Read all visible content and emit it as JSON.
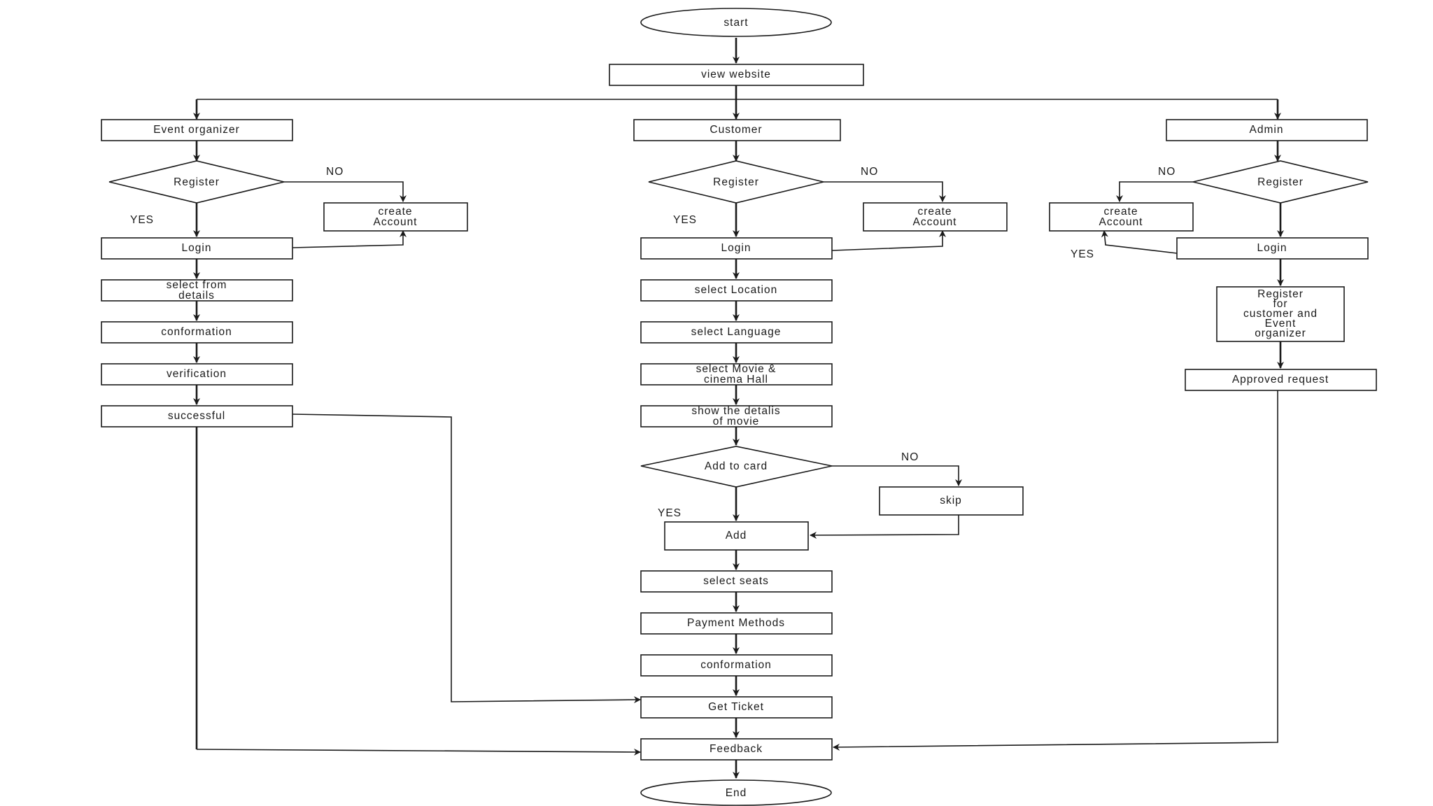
{
  "nodes": {
    "start": "start",
    "view_website": "view website",
    "event_organizer": "Event organizer",
    "customer": "Customer",
    "admin": "Admin",
    "eo_register": "Register",
    "eo_create_account": [
      "create",
      "Account"
    ],
    "eo_login": "Login",
    "eo_select_details": [
      "select from",
      "details"
    ],
    "eo_conformation": "conformation",
    "eo_verification": "verification",
    "eo_successful": "successful",
    "cu_register": "Register",
    "cu_create_account": [
      "create",
      "Account"
    ],
    "cu_login": "Login",
    "cu_select_location": "select Location",
    "cu_select_language": "select Language",
    "cu_select_movie": [
      "select Movie &",
      "cinema Hall"
    ],
    "cu_show_details": [
      "show the detalis",
      "of movie"
    ],
    "cu_add_to_card": "Add to card",
    "cu_skip": "skip",
    "cu_add": "Add",
    "cu_select_seats": "select seats",
    "cu_payment_methods": "Payment Methods",
    "cu_conformation": "conformation",
    "get_ticket": "Get Ticket",
    "feedback": "Feedback",
    "end": "End",
    "ad_register": "Register",
    "ad_create_account": [
      "create",
      "Account"
    ],
    "ad_login": "Login",
    "ad_register_for": [
      "Register",
      "for",
      "customer and",
      "Event",
      "organizer"
    ],
    "ad_approved_request": "Approved request"
  },
  "edge_labels": {
    "eo_no": "NO",
    "eo_yes": "YES",
    "cu_no": "NO",
    "cu_yes": "YES",
    "ad_no": "NO",
    "ad_yes": "YES",
    "card_no": "NO",
    "card_yes": "YES"
  }
}
